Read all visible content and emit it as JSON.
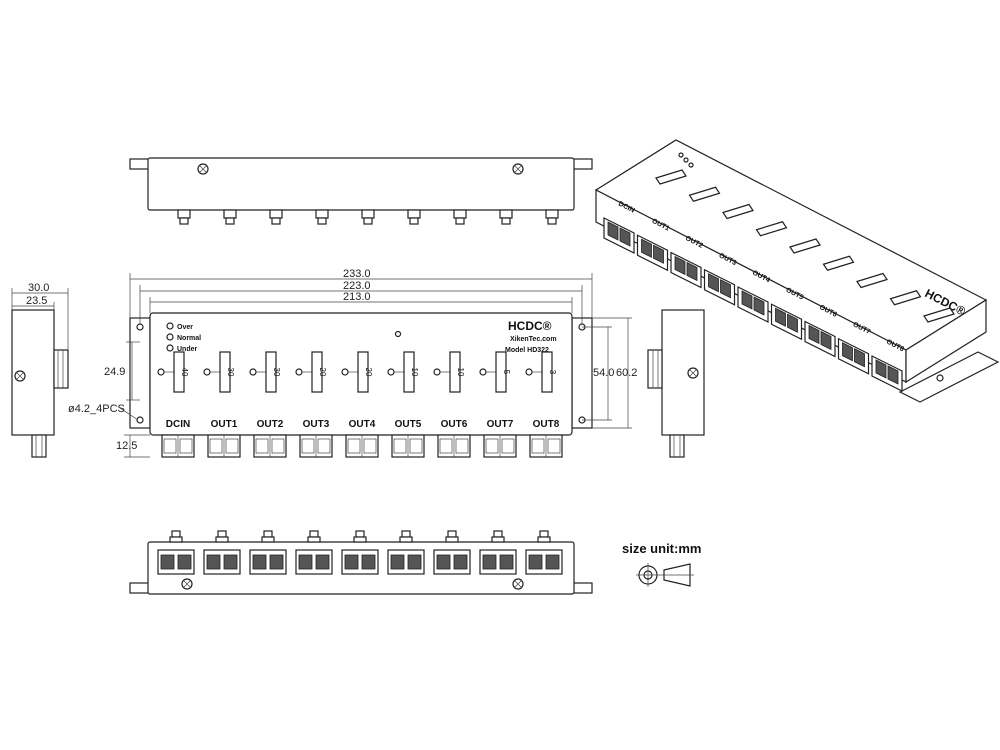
{
  "dimensions": {
    "length_overall": "233.0",
    "length_mount": "223.0",
    "length_body": "213.0",
    "depth_overall": "30.0",
    "depth_body": "23.5",
    "height_overall": "60.2",
    "height_body": "54.0",
    "hole_offset": "24.9",
    "hole_spec": "ø4.2_4PCS",
    "connector_depth": "12.5"
  },
  "panel": {
    "brand": "HCDC®",
    "website": "XikenTec.com",
    "model": "Model HD322",
    "indicators": [
      "Over",
      "Normal",
      "Under"
    ],
    "ports": [
      "DCIN",
      "OUT1",
      "OUT2",
      "OUT3",
      "OUT4",
      "OUT5",
      "OUT6",
      "OUT7",
      "OUT8"
    ],
    "fuses": [
      "40",
      "30",
      "30",
      "20",
      "20",
      "10",
      "10",
      "5",
      "3"
    ]
  },
  "iso_ports": [
    "DCIN",
    "OUT1",
    "OUT2",
    "OUT3",
    "OUT4",
    "OUT5",
    "OUT6",
    "OUT7",
    "OUT8"
  ],
  "iso_brand": "HCDC®",
  "legend": {
    "size_unit": "size unit:mm"
  }
}
